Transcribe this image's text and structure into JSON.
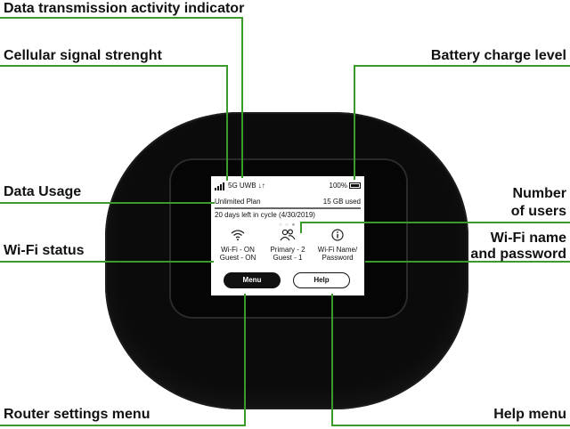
{
  "labels": {
    "data_transmission": "Data transmission activity indicator",
    "cellular_signal": "Cellular signal strenght",
    "battery": "Battery charge level",
    "data_usage": "Data Usage",
    "number_of_users_line1": "Number",
    "number_of_users_line2": "of users",
    "wifi_status": "Wi-Fi status",
    "wifi_name_line1": "Wi-Fi name",
    "wifi_name_line2": "and password",
    "router_menu": "Router settings menu",
    "help_menu": "Help menu"
  },
  "screen": {
    "network": "5G UWB",
    "activity_glyph": "↓↑",
    "battery_percent": "100%",
    "plan": "Unlimited Plan",
    "usage": "15 GB  used",
    "cycle": "20 days  left  in  cycle  (4/30/2019)",
    "page_dots": "○ ○ ●",
    "wifi_line1": "Wi-Fi - ON",
    "wifi_line2": "Guest - ON",
    "users_line1": "Primary - 2",
    "users_line2": "Guest - 1",
    "wifiname_line1": "Wi-Fi Name/",
    "wifiname_line2": "Password",
    "menu_button": "Menu",
    "help_button": "Help"
  },
  "colors": {
    "leader_lines": "#3a9a2a",
    "device_body": "#0b0b0b"
  }
}
